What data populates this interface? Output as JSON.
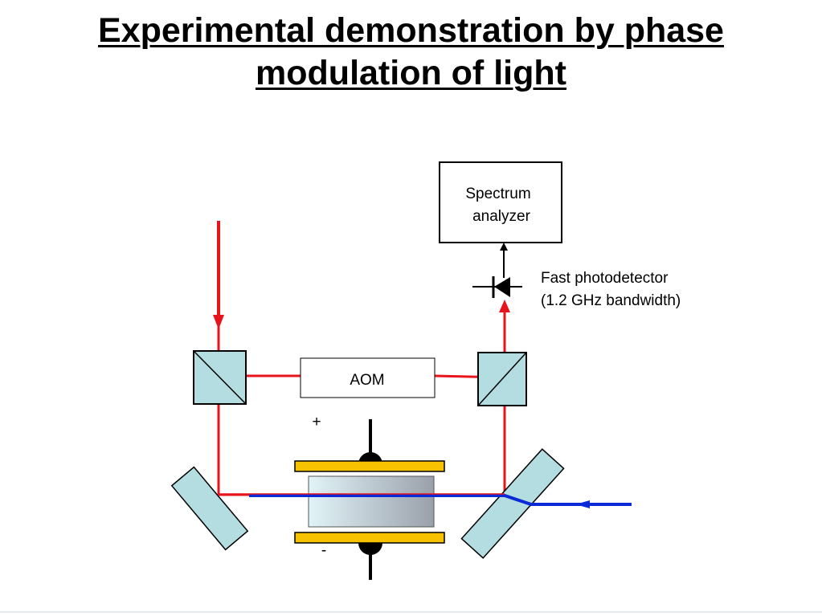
{
  "title": {
    "line1": "Experimental demonstration by phase",
    "line2": "modulation of light"
  },
  "labels": {
    "spectrum_analyzer_line1": "Spectrum",
    "spectrum_analyzer_line2": "analyzer",
    "photodetector_line1": "Fast photodetector",
    "photodetector_line2": "(1.2 GHz bandwidth)",
    "aom": "AOM",
    "electrode_plus": "+",
    "electrode_minus": "-"
  },
  "colors": {
    "beam": "#e8141b",
    "probe_beam": "#0a2ad8",
    "optic_fill": "#b3dde0",
    "electrode_plate": "#f7c300",
    "outline": "#000000"
  }
}
